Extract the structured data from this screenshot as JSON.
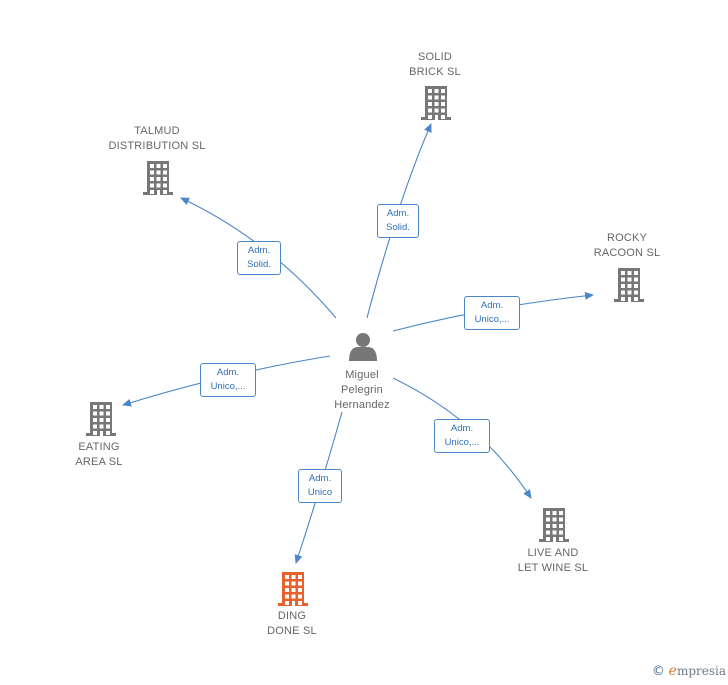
{
  "center": {
    "name": "Miguel\nPelegrin\nHernandez",
    "icon": "person-icon"
  },
  "companies": [
    {
      "id": "solid-brick",
      "name": "SOLID\nBRICK  SL",
      "color": "#777777",
      "icon": "building-icon"
    },
    {
      "id": "talmud-distribution",
      "name": "TALMUD\nDISTRIBUTION SL",
      "color": "#777777",
      "icon": "building-icon"
    },
    {
      "id": "rocky-racoon",
      "name": "ROCKY\nRACOON  SL",
      "color": "#777777",
      "icon": "building-icon"
    },
    {
      "id": "eating-area",
      "name": "EATING\nAREA  SL",
      "color": "#777777",
      "icon": "building-icon"
    },
    {
      "id": "live-and-let-wine",
      "name": "LIVE AND\nLET WINE  SL",
      "color": "#777777",
      "icon": "building-icon"
    },
    {
      "id": "ding-done",
      "name": "DING\nDONE  SL",
      "color": "#e8612c",
      "icon": "building-icon"
    }
  ],
  "relations": [
    {
      "target": "solid-brick",
      "label": "Adm.\nSolid."
    },
    {
      "target": "talmud-distribution",
      "label": "Adm.\nSolid."
    },
    {
      "target": "rocky-racoon",
      "label": "Adm.\nUnico,..."
    },
    {
      "target": "eating-area",
      "label": "Adm.\nUnico,..."
    },
    {
      "target": "live-and-let-wine",
      "label": "Adm.\nUnico,..."
    },
    {
      "target": "ding-done",
      "label": "Adm.\nUnico"
    }
  ],
  "colors": {
    "edge": "#4a86c8",
    "label_border": "#4a86c8",
    "person": "#777777"
  },
  "footer": {
    "copyright": "©",
    "brand_initial": "e",
    "brand_rest": "mpresia"
  }
}
